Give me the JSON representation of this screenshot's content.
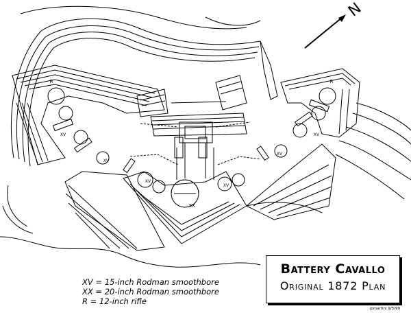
{
  "title": "Battery Cavallo",
  "subtitle": "Original 1872 Plan",
  "north_label": "N",
  "legend": [
    "XV = 15-inch Rodman smoothbore",
    "XX = 20-inch Rodman smoothbore",
    "R  = 12-inch rifle"
  ],
  "credit": "jomartini 9/5/99",
  "gun_labels": {
    "rifle": "R",
    "rodman15": "XV",
    "rodman20": "XX"
  }
}
